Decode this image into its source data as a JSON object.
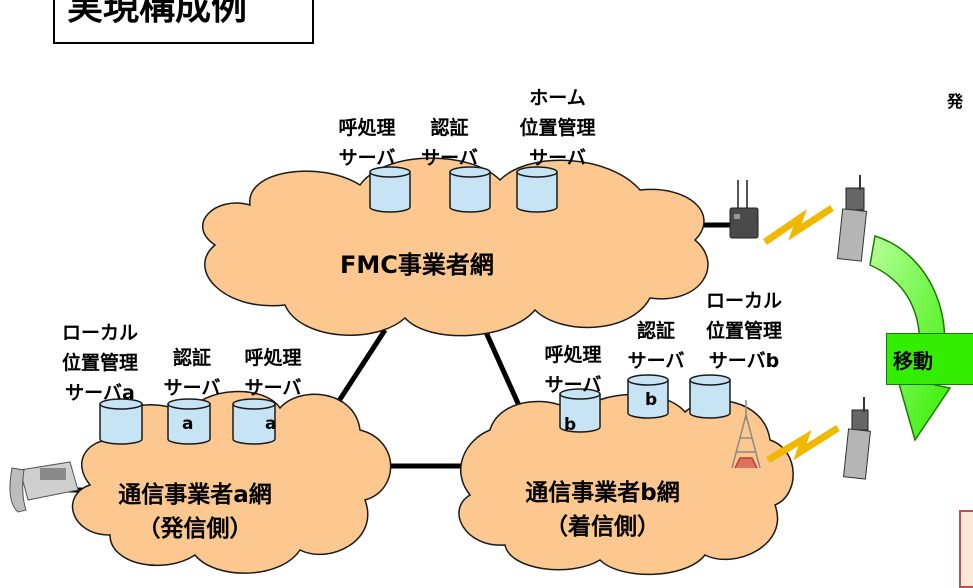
{
  "title": "実現構成例",
  "edge_text": "発",
  "networks": {
    "fmc": "FMC事業者網",
    "a_line1": "通信事業者a網",
    "a_line2": "（発信側）",
    "b_line1": "通信事業者b網",
    "b_line2": "（着信側）"
  },
  "fmc_servers": {
    "call_l1": "呼処理",
    "call_l2": "サーバ",
    "auth_l1": "認証",
    "auth_l2": "サーバ",
    "home_l1": "ホーム",
    "home_l2": "位置管理",
    "home_l3": "サーバ"
  },
  "a_servers": {
    "local_l1": "ローカル",
    "local_l2": "位置管理",
    "local_l3": "サーバa",
    "auth_l1": "認証",
    "auth_l2": "サーバ",
    "call_l1": "呼処理",
    "call_l2": "サーバ",
    "db_a1": "a",
    "db_a2": "a"
  },
  "b_servers": {
    "call_l1": "呼処理",
    "call_l2": "サーバ",
    "auth_l1": "認証",
    "auth_l2": "サーバ",
    "local_l1": "ローカル",
    "local_l2": "位置管理",
    "local_l3": "サーバb",
    "db_b1": "b",
    "db_b2": "b"
  },
  "move_label": "移動",
  "colors": {
    "cloud_fill": "#fcc88f",
    "cloud_stroke": "#1a1a1a",
    "db_fill": "#c6e4f3",
    "move_fill": "#33ee00",
    "arrow_fill": "#66ff33",
    "zigzag": "#f0b800"
  },
  "icons": [
    "access-point-icon",
    "mobile-phone-icon",
    "radio-tower-icon",
    "desk-phone-icon",
    "move-arrow-icon"
  ]
}
